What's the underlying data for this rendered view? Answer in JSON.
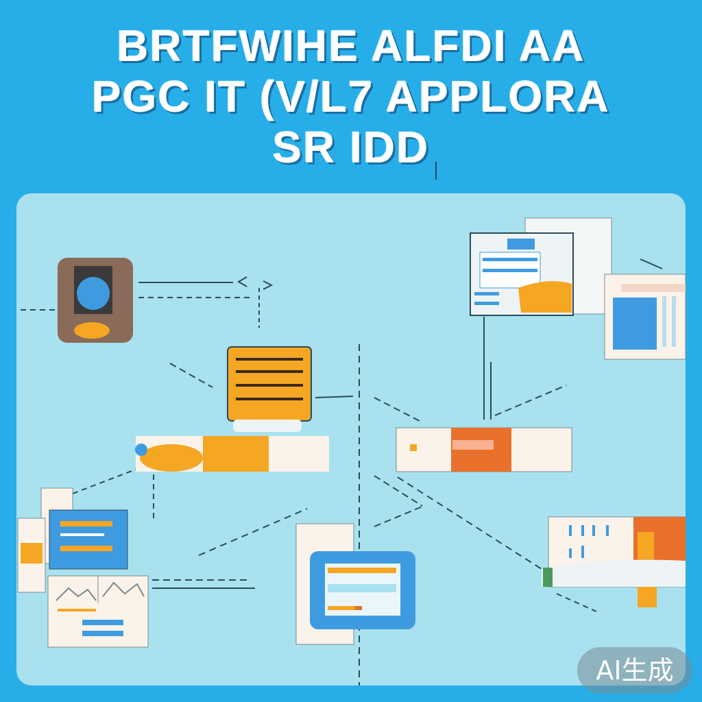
{
  "title": {
    "line1": "BRTFWIHE ALFDI AA",
    "line2": "PGC IT (V/L7 APPLORA",
    "line3": "SR   IDD"
  },
  "badge": {
    "label": "AI生成"
  },
  "colors": {
    "background": "#27aee8",
    "panel": "#a9e1ef",
    "orange": "#f5a623",
    "blue": "#3f9be0",
    "brown": "#8a6a58",
    "cream": "#fbf3ea",
    "dash": "#2a4a5a"
  },
  "icons": [
    "device-icon",
    "document-icon",
    "window-icon",
    "chart-icon",
    "browser-icon",
    "toggle-icon"
  ]
}
